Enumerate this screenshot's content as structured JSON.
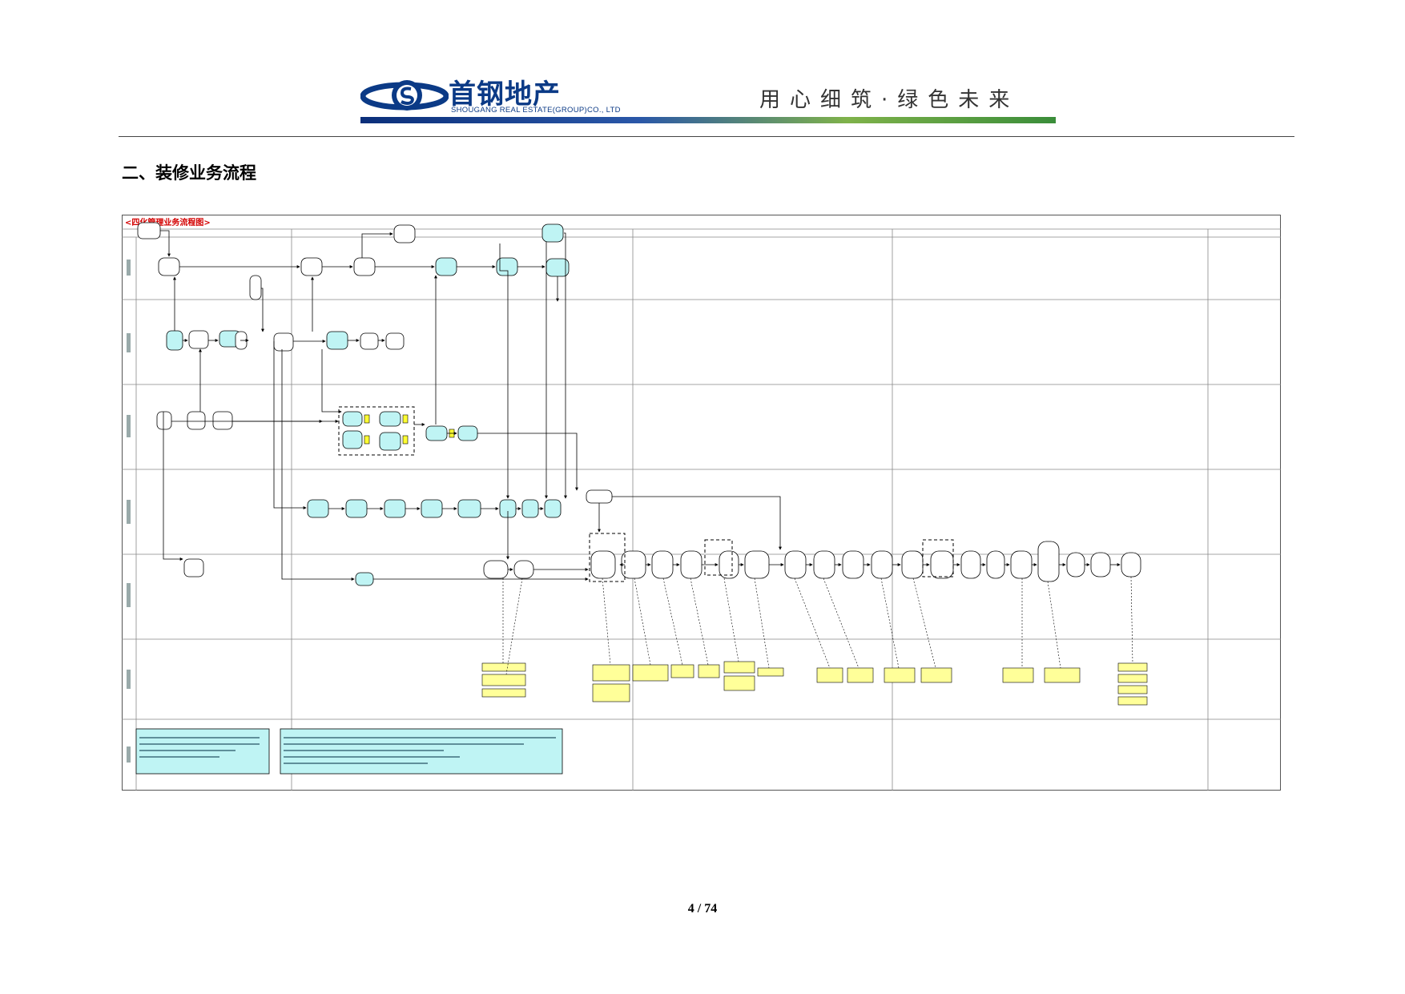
{
  "brand": {
    "name_cn": "首钢地产",
    "name_en": "SHOUGANG REAL ESTATE(GROUP)CO., LTD",
    "slogan": "用心细筑·绿色未来",
    "colors": {
      "primary": "#0b3a86",
      "accent": "#7fb24a"
    }
  },
  "section_title": "二、装修业务流程",
  "diagram": {
    "title": "<四化管理业务流程图>"
  },
  "page_number": "4 / 74"
}
